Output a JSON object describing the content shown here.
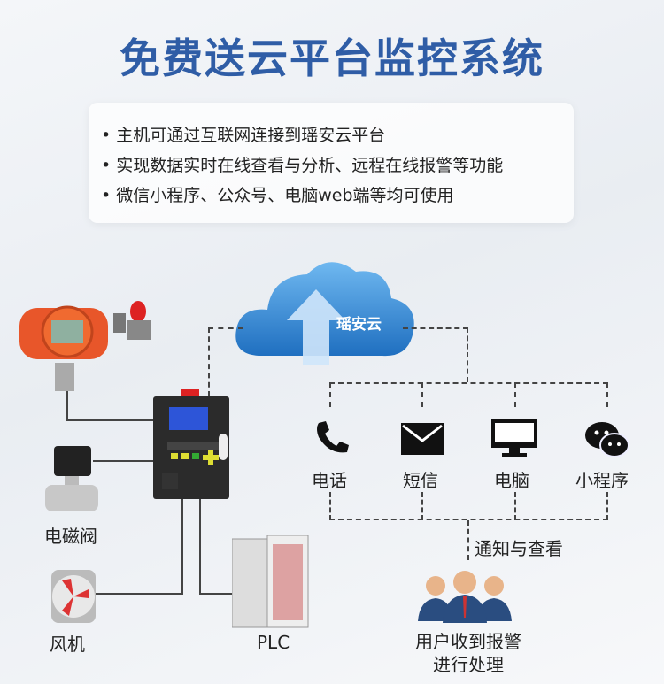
{
  "title": "免费送云平台监控系统",
  "features": [
    "主机可通过互联网连接到瑶安云平台",
    "实现数据实时在线查看与分析、远程在线报警等功能",
    "微信小程序、公众号、电脑web端等均可使用"
  ],
  "cloud_label": "瑶安云",
  "channels": [
    {
      "label": "电话",
      "icon": "phone-icon"
    },
    {
      "label": "短信",
      "icon": "mail-icon"
    },
    {
      "label": "电脑",
      "icon": "monitor-icon"
    },
    {
      "label": "小程序",
      "icon": "wechat-icon"
    }
  ],
  "notify_label": "通知与查看",
  "user_label": [
    "用户收到报警",
    "进行处理"
  ],
  "devices": {
    "valve": "电磁阀",
    "fan": "风机",
    "plc": "PLC"
  },
  "colors": {
    "title": "#2f5da6",
    "cloud": "#3a8fd8"
  }
}
